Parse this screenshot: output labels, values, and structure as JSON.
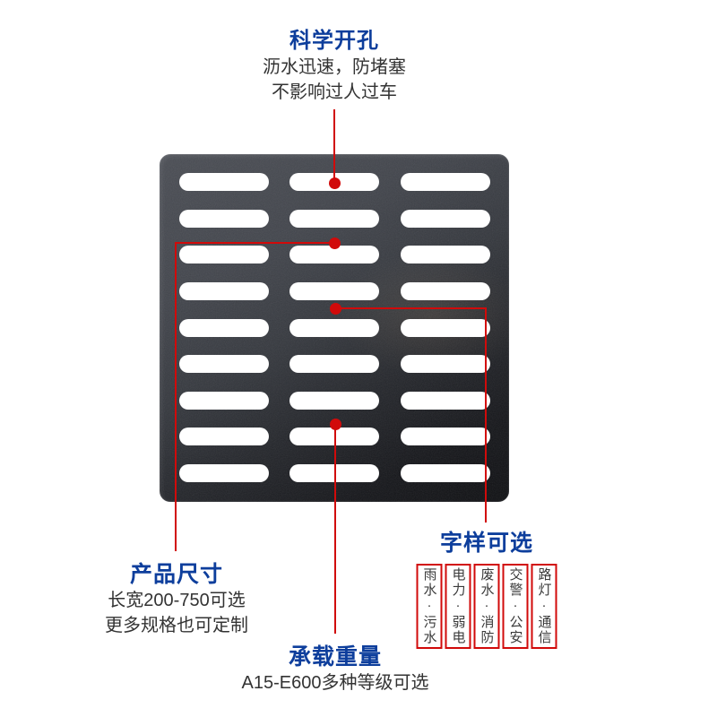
{
  "colors": {
    "title_blue": "#0d3e9c",
    "annotation_red": "#d10a0a",
    "body_text": "#333333",
    "grate_dark": "#2e3136",
    "slot_white": "#ffffff"
  },
  "callouts": {
    "science_holes": {
      "title": "科学开孔",
      "line1": "沥水迅速，防堵塞",
      "line2": "不影响过人过车"
    },
    "product_size": {
      "title": "产品尺寸",
      "line1": "长宽200-750可选",
      "line2": "更多规格也可定制"
    },
    "load_capacity": {
      "title": "承载重量",
      "line1": "A15-E600多种等级可选"
    },
    "text_options": {
      "title": "字样可选",
      "options": [
        "雨水·污水",
        "电力·弱电",
        "废水·消防",
        "交警·公安",
        "路灯·通信"
      ]
    }
  }
}
